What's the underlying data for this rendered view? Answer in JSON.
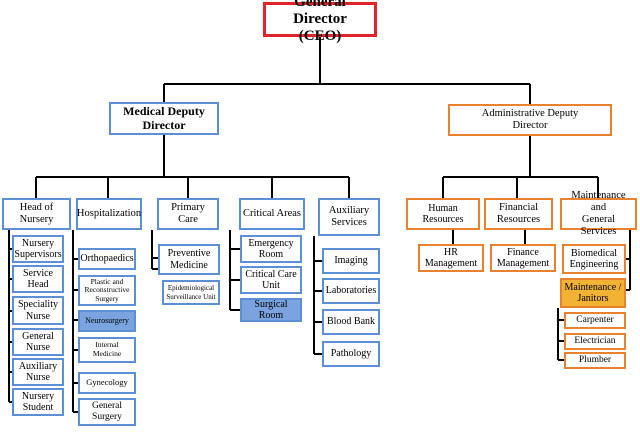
{
  "ceo": {
    "title": "General Director\n(CEO)",
    "color": "#e0242a"
  },
  "deputies": {
    "medical": "Medical Deputy\nDirector",
    "administrative": "Administrative Deputy\nDirector"
  },
  "departments": {
    "head_of_nursery": "Head of Nursery",
    "hospitalization": "Hospitalization",
    "primary_care": "Primary Care",
    "critical_areas": "Critical Areas",
    "auxiliary_services": "Auxiliary\nServices",
    "human_resources": "Human Resources",
    "financial_resources": "Financial\nResources",
    "maintenance": "Maintenance and\nGeneral Services"
  },
  "units": {
    "nursery": [
      "Nursery\nSupervisors",
      "Service\nHead",
      "Speciality\nNurse",
      "General\nNurse",
      "Auxiliary\nNurse",
      "Nursery\nStudent"
    ],
    "hospitalization": [
      "Orthopaedics",
      "Plastic and\nReconstructive\nSurgery",
      "Neurosurgery",
      "Internal\nMedicine",
      "Gynecology",
      "General\nSurgery"
    ],
    "primary_care": [
      "Preventive\nMedicine",
      "Epidemiological\nSurveillance Unit"
    ],
    "critical_areas": [
      "Emergency\nRoom",
      "Critical Care\nUnit",
      "Surgical Room"
    ],
    "auxiliary": [
      "Imaging",
      "Laboratories",
      "Blood Bank",
      "Pathology"
    ],
    "human_resources": [
      "HR\nManagement"
    ],
    "financial": [
      "Finance\nManagement"
    ],
    "maintenance": [
      "Biomedical\nEngineering",
      "Maintenance /\nJanitors"
    ],
    "janitors": [
      "Carpenter",
      "Electrician",
      "Plumber"
    ]
  },
  "colors": {
    "medical_branch": "#5b8fd6",
    "admin_branch": "#e8822f",
    "highlight_blue": "#7aa3df",
    "highlight_orange": "#f2b233"
  }
}
